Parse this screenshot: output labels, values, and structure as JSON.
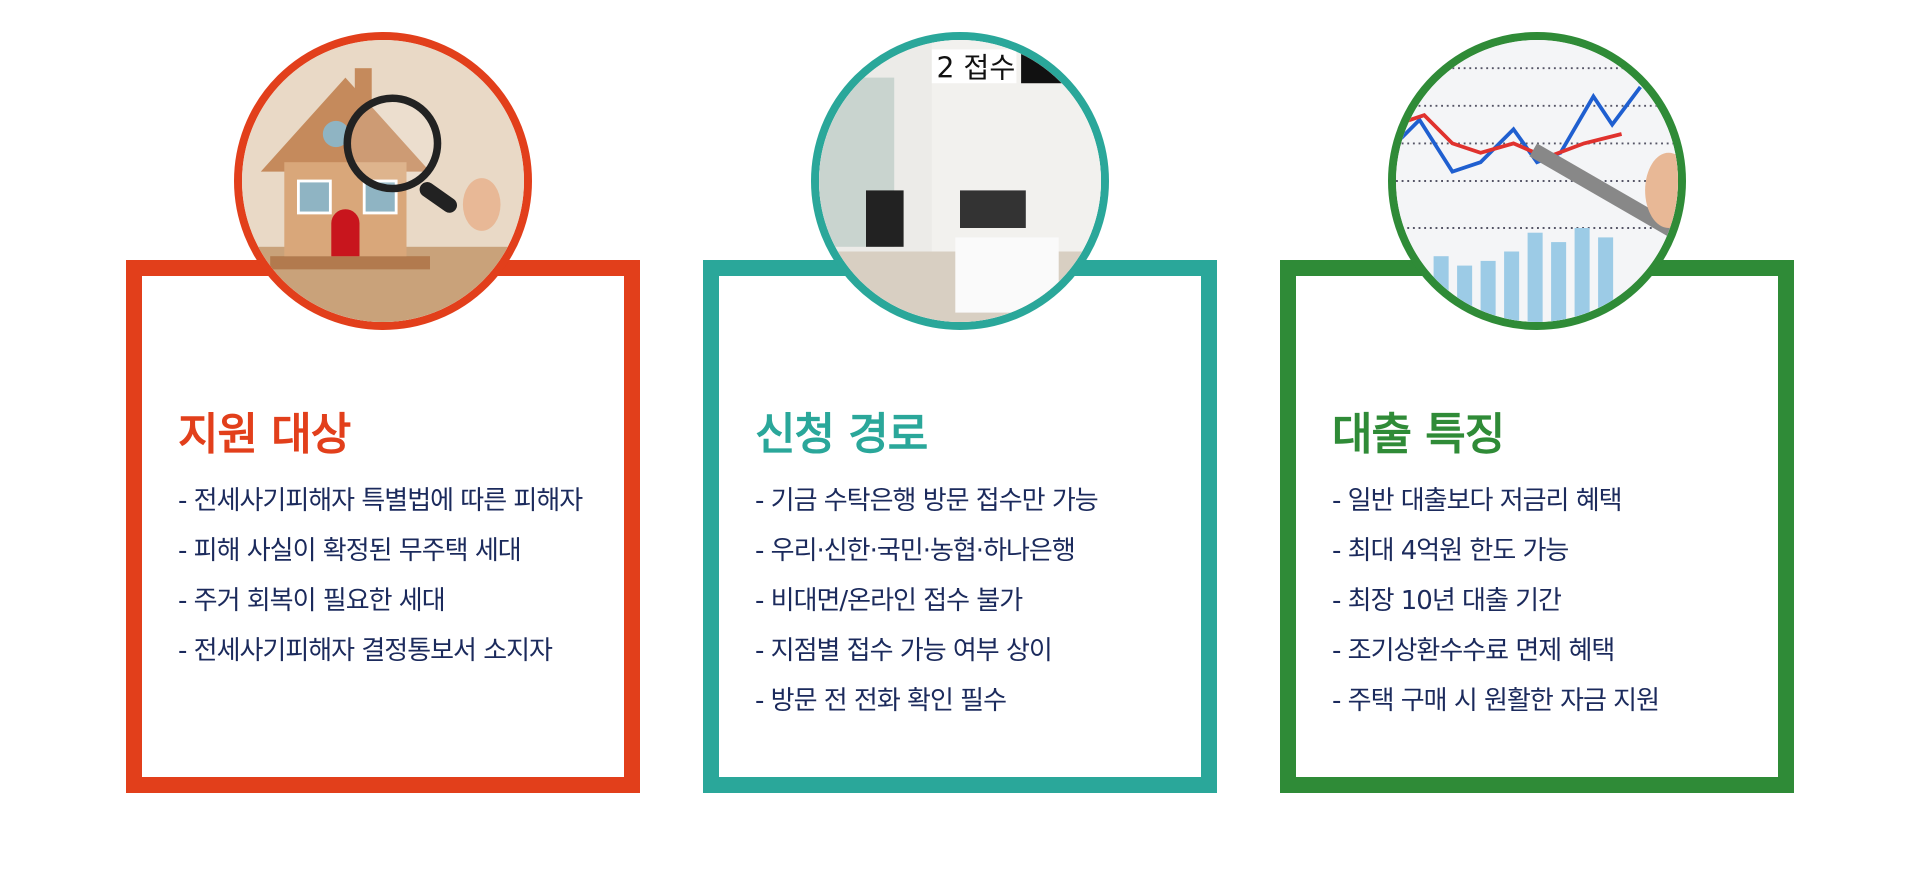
{
  "colors": {
    "card1": "#e23f1b",
    "card2": "#2aa79a",
    "card3": "#2f8b37",
    "text": "#1b2a5c"
  },
  "cards": [
    {
      "title": "지원 대상",
      "image": "house-magnifier-image",
      "items": [
        "- 전세사기피해자 특별법에 따른 피해자",
        "- 피해 사실이 확정된 무주택 세대",
        "- 주거 회복이 필요한 세대",
        "- 전세사기피해자 결정통보서 소지자"
      ]
    },
    {
      "title": "신청 경로",
      "image": "bank-counter-image",
      "sign": "2 접수",
      "items": [
        "- 기금 수탁은행 방문 접수만 가능",
        "- 우리·신한·국민·농협·하나은행",
        "- 비대면/온라인 접수 불가",
        "- 지점별 접수 가능 여부 상이",
        "- 방문 전 전화 확인 필수"
      ]
    },
    {
      "title": "대출 특징",
      "image": "finance-chart-image",
      "items": [
        "- 일반 대출보다 저금리 혜택",
        "- 최대 4억원 한도 가능",
        "- 최장 10년 대출 기간",
        "- 조기상환수수료 면제 혜택",
        "- 주택 구매 시 원활한 자금 지원"
      ]
    }
  ]
}
